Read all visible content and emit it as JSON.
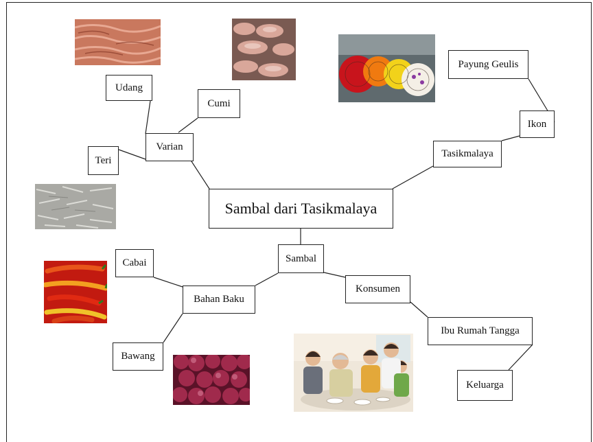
{
  "central": "Sambal dari Tasikmalaya",
  "nodes": {
    "varian": "Varian",
    "udang": "Udang",
    "cumi": "Cumi",
    "teri": "Teri",
    "tasikmalaya": "Tasikmalaya",
    "ikon": "Ikon",
    "payung_geulis": "Payung Geulis",
    "sambal": "Sambal",
    "bahan_baku": "Bahan Baku",
    "cabai": "Cabai",
    "bawang": "Bawang",
    "konsumen": "Konsumen",
    "ibu_rumah_tangga": "Ibu Rumah Tangga",
    "keluarga": "Keluarga"
  },
  "images": [
    "shrimp-photo",
    "squid-photo",
    "umbrella-photo",
    "anchovy-photo",
    "chili-photo",
    "shallot-photo",
    "family-photo"
  ],
  "colors": {
    "line": "#222222",
    "border": "#222222"
  }
}
